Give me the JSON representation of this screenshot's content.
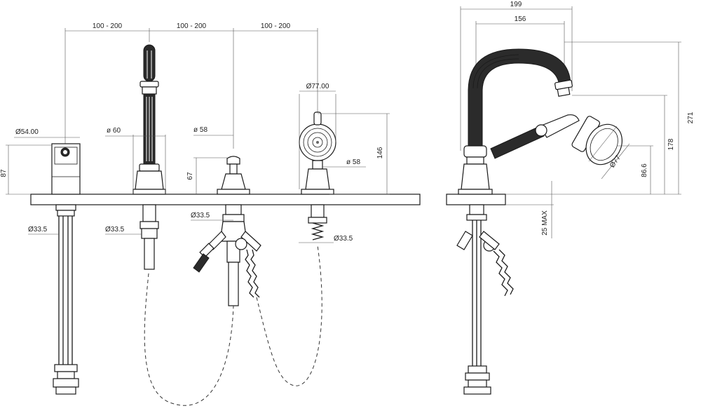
{
  "colors": {
    "line": "#1a1a1a",
    "dimension": "#555555",
    "background": "#ffffff",
    "dark_part": "#2b2b2b"
  },
  "front_view": {
    "spacing": [
      "100 - 200",
      "100 - 200",
      "100 - 200"
    ],
    "diverter_diameter": "Ø54.00",
    "spout_diameter": "ø 60",
    "valve_diameter": "ø 58",
    "handshower_head_diameter": "Ø77.00",
    "holder_diameter": "ø 58",
    "height_87": "87",
    "height_67": "67",
    "height_146": "146",
    "shank_left": "Ø33.5",
    "shank_spout": "Ø33.5",
    "shank_valve": "Ø33.5",
    "shank_holder": "Ø33.5"
  },
  "side_view": {
    "width_199": "199",
    "reach_156": "156",
    "height_271": "271",
    "height_178": "178",
    "height_86_6": "86.6",
    "head_diameter": "Ø77",
    "deck_max": "25 MAX"
  }
}
